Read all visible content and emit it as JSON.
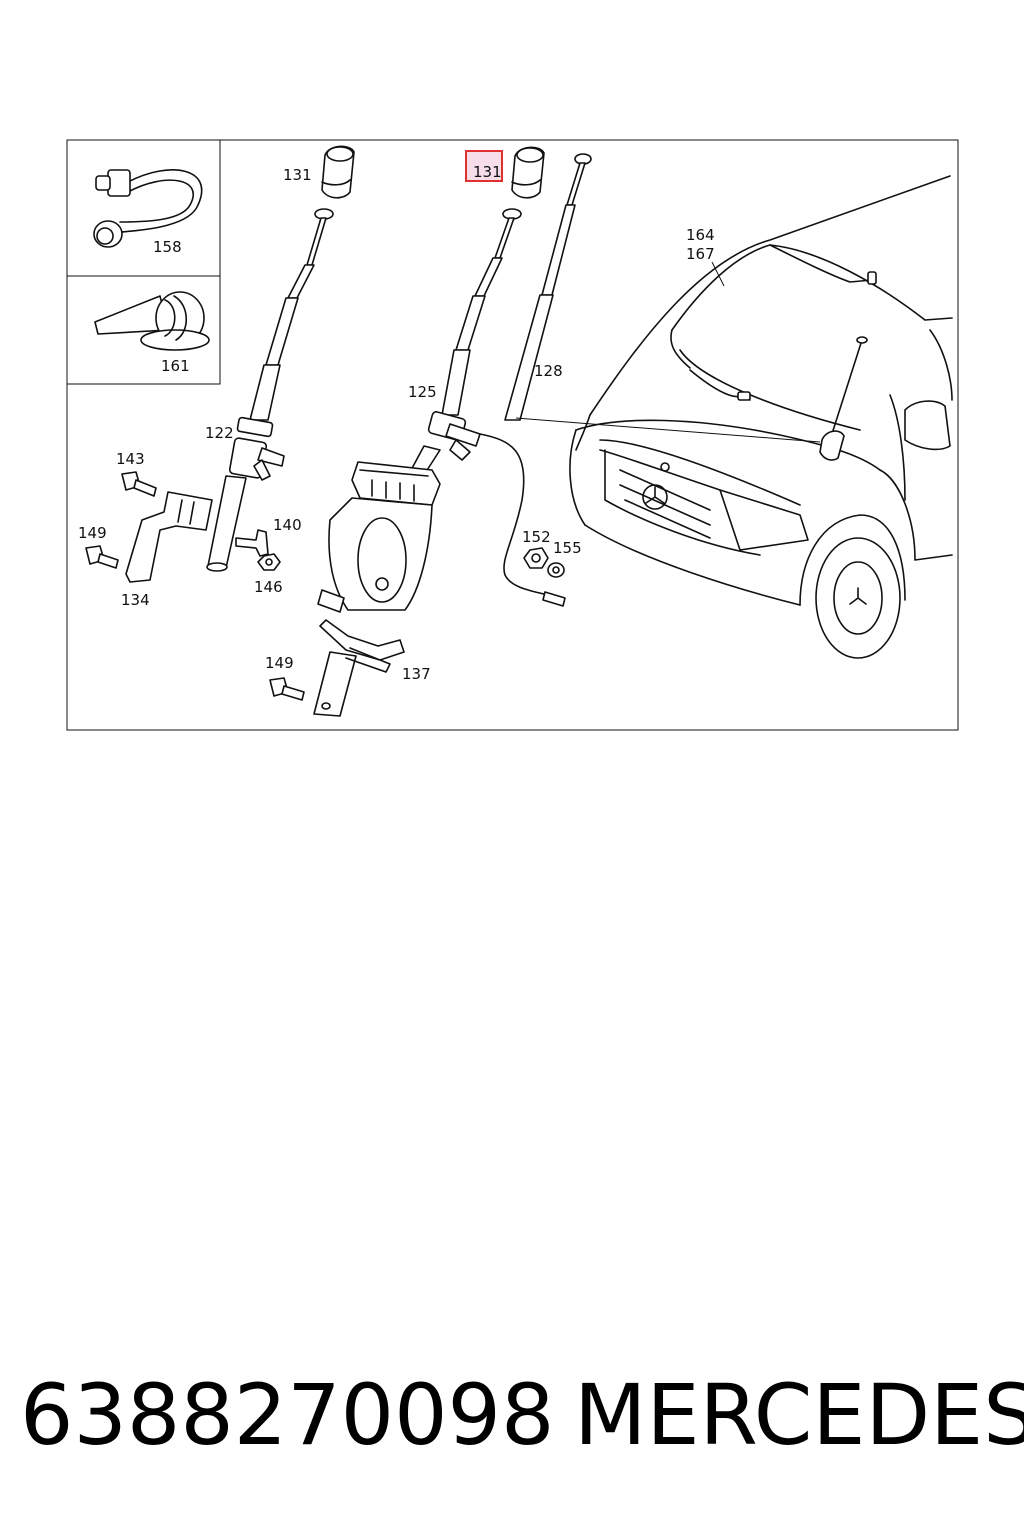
{
  "diagram": {
    "labels": {
      "l158": "158",
      "l161": "161",
      "l131a": "131",
      "l131b": "131",
      "l164": "164",
      "l167": "167",
      "l128": "128",
      "l125": "125",
      "l122": "122",
      "l143": "143",
      "l140": "140",
      "l149a": "149",
      "l146": "146",
      "l134": "134",
      "l152": "152",
      "l155": "155",
      "l149b": "149",
      "l137": "137"
    },
    "highlight_color": "#e03030",
    "highlight_fill": "#f6dde8"
  },
  "footer": {
    "part_number": "6388270098",
    "brand": "MERCEDES"
  }
}
